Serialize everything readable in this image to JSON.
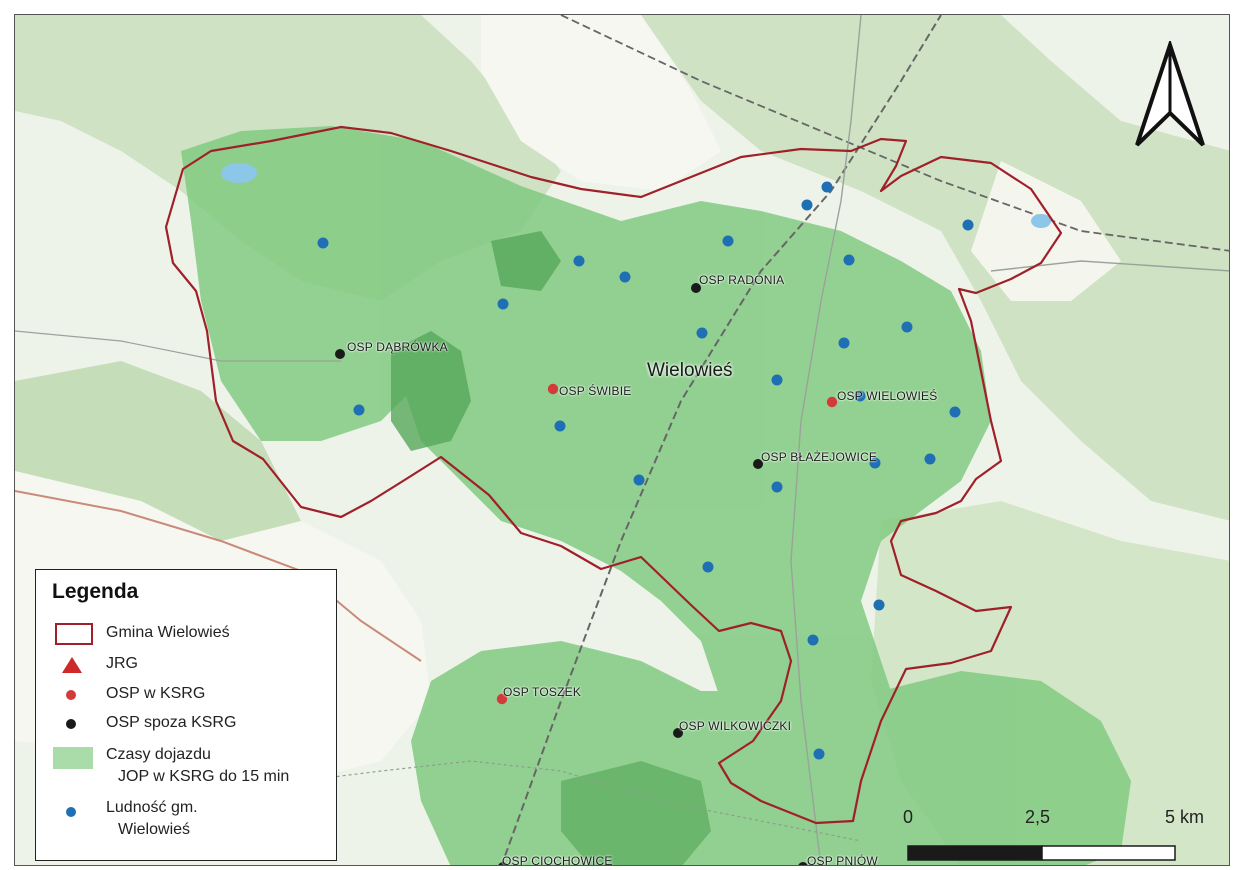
{
  "map": {
    "town_label": "Wielowieś",
    "stations": [
      {
        "id": "radonia",
        "label": "OSP RADONIA",
        "type": "outside"
      },
      {
        "id": "dabrowka",
        "label": "OSP DĄBRÓWKA",
        "type": "outside"
      },
      {
        "id": "swibie",
        "label": "OSP ŚWIBIE",
        "type": "ksrg"
      },
      {
        "id": "wielowies",
        "label": "OSP WIELOWIEŚ",
        "type": "ksrg"
      },
      {
        "id": "blazejowice",
        "label": "OSP BŁAŻEJOWICE",
        "type": "outside"
      },
      {
        "id": "toszek",
        "label": "OSP TOSZEK",
        "type": "ksrg"
      },
      {
        "id": "wilkowiczki",
        "label": "OSP WILKOWICZKI",
        "type": "outside"
      },
      {
        "id": "ciochowice",
        "label": "OSP CIOCHOWICE",
        "type": "outside"
      },
      {
        "id": "pniow",
        "label": "OSP PNIÓW",
        "type": "outside"
      }
    ],
    "colors": {
      "boundary": "#a0202a",
      "coverage": "#7fc97f",
      "forest": "#cfe3c4",
      "ksrg_point": "#d43a3a",
      "outside_point": "#1a1a1a",
      "population_point": "#1f6fb5",
      "jrg": "#cc2a2a"
    }
  },
  "legend": {
    "title": "Legenda",
    "items": [
      {
        "label": "Gmina Wielowieś",
        "symbol": "boundary-box"
      },
      {
        "label": "JRG",
        "symbol": "triangle"
      },
      {
        "label": "OSP w KSRG",
        "symbol": "red-dot"
      },
      {
        "label": "OSP spoza KSRG",
        "symbol": "black-dot"
      },
      {
        "label_line1": "Czasy dojazdu",
        "label_line2": "JOP w KSRG do 15 min",
        "symbol": "green-box"
      },
      {
        "label_line1": "Ludność gm.",
        "label_line2": "Wielowieś",
        "symbol": "blue-dot"
      }
    ]
  },
  "scale_bar": {
    "labels": [
      "0",
      "2,5",
      "5 km"
    ]
  },
  "north_arrow": {
    "icon": "north-arrow-icon"
  }
}
